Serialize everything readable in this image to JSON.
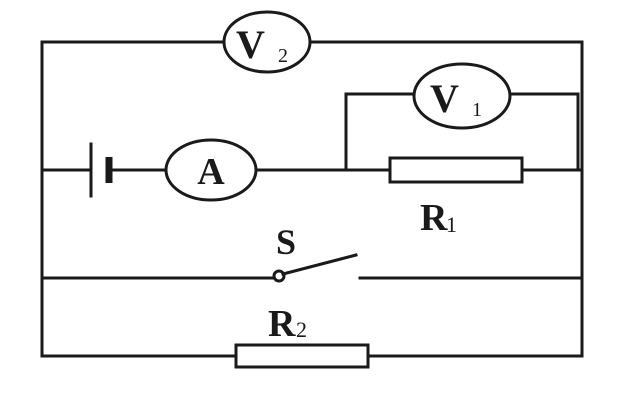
{
  "components": {
    "voltmeter_2": {
      "letter": "V",
      "sub": "2"
    },
    "voltmeter_1": {
      "letter": "V",
      "sub": "1"
    },
    "ammeter": {
      "letter": "A"
    },
    "resistor_1": {
      "letter": "R",
      "sub": "1"
    },
    "resistor_2": {
      "letter": "R",
      "sub": "2"
    },
    "switch": {
      "letter": "S"
    }
  }
}
